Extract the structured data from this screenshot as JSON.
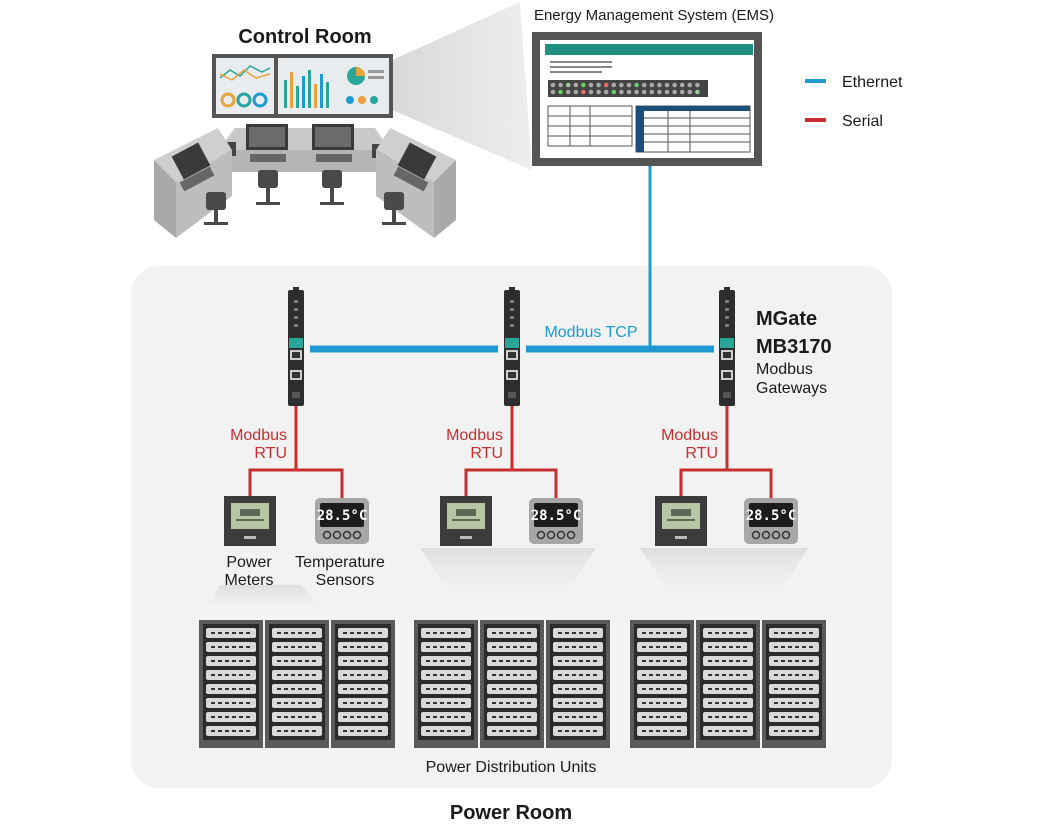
{
  "control_room": {
    "title": "Control Room"
  },
  "ems": {
    "title": "Energy Management System (EMS)"
  },
  "legend": {
    "items": [
      {
        "label": "Ethernet",
        "color": "#1f9ad1"
      },
      {
        "label": "Serial",
        "color": "#c62f2f"
      }
    ]
  },
  "network": {
    "modbus_tcp_label": "Modbus TCP"
  },
  "gateway": {
    "name_line1": "MGate",
    "name_line2": "MB3170",
    "desc_line1": "Modbus",
    "desc_line2": "Gateways"
  },
  "serial": {
    "line1": "Modbus",
    "line2": "RTU"
  },
  "devices": {
    "power_meters_line1": "Power",
    "power_meters_line2": "Meters",
    "temp_sensors_line1": "Temperature",
    "temp_sensors_line2": "Sensors",
    "sensor_reading": "28.5°C"
  },
  "pdu": {
    "label": "Power Distribution Units"
  },
  "power_room": {
    "title": "Power Room"
  },
  "colors": {
    "ethernet": "#1f9ad1",
    "serial": "#c62f2f",
    "panel_bg": "#f2f2f2",
    "teal": "#2aa59a",
    "ems_header": "#1f8f7f"
  }
}
